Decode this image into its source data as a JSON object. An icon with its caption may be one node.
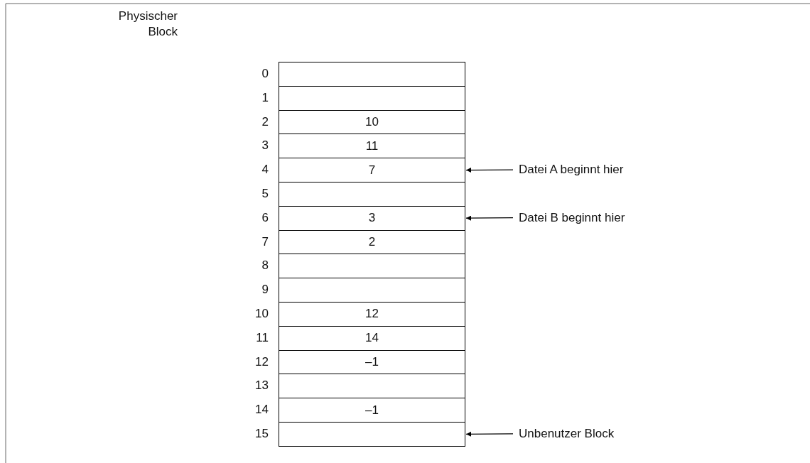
{
  "diagram": {
    "nodes": [
      {
        "text": [],
        "shape": "box",
        "beside": [
          "0"
        ]
      },
      {
        "text": [],
        "shape": "box",
        "beside": [
          "1"
        ]
      },
      {
        "text": [
          "10"
        ],
        "beside": [
          "2"
        ]
      },
      {
        "text": [
          "11"
        ],
        "beside": [
          "3"
        ]
      },
      {
        "text": [
          "7"
        ],
        "beside": [
          "4"
        ]
      },
      {
        "text": [],
        "shape": "box",
        "beside": [
          "5"
        ]
      },
      {
        "text": [
          "3"
        ],
        "beside": [
          "6"
        ]
      },
      {
        "text": [
          "2"
        ],
        "beside": [
          "7"
        ]
      },
      {
        "text": [],
        "shape": "box",
        "beside": [
          "8"
        ]
      },
      {
        "text": [],
        "shape": "box",
        "beside": [
          "9"
        ]
      },
      {
        "text": [
          "12"
        ],
        "beside": [
          "10"
        ]
      },
      {
        "text": [
          "14"
        ],
        "beside": [
          "11"
        ]
      },
      {
        "text": [
          "–1"
        ],
        "beside": [
          "12"
        ]
      },
      {
        "text": [],
        "shape": "box",
        "beside": [
          "13"
        ]
      },
      {
        "text": [
          "–1"
        ],
        "beside": [
          "14"
        ]
      },
      {
        "text": [],
        "shape": "box",
        "beside": [
          "15"
        ]
      },
      {
        "text": [
          "Datei A beginnt hier"
        ]
      },
      {
        "text": [
          "Datei B beginnt hier"
        ]
      },
      {
        "text": [
          "Unbenutzer Block"
        ]
      }
    ],
    "edges": [
      {
        "from": 16,
        "to": 4,
        "arrow": "to"
      },
      {
        "from": 17,
        "to": 6,
        "arrow": "to"
      },
      {
        "from": 18,
        "to": 15,
        "arrow": "to"
      }
    ],
    "labels": [
      "Physischer Block"
    ]
  }
}
